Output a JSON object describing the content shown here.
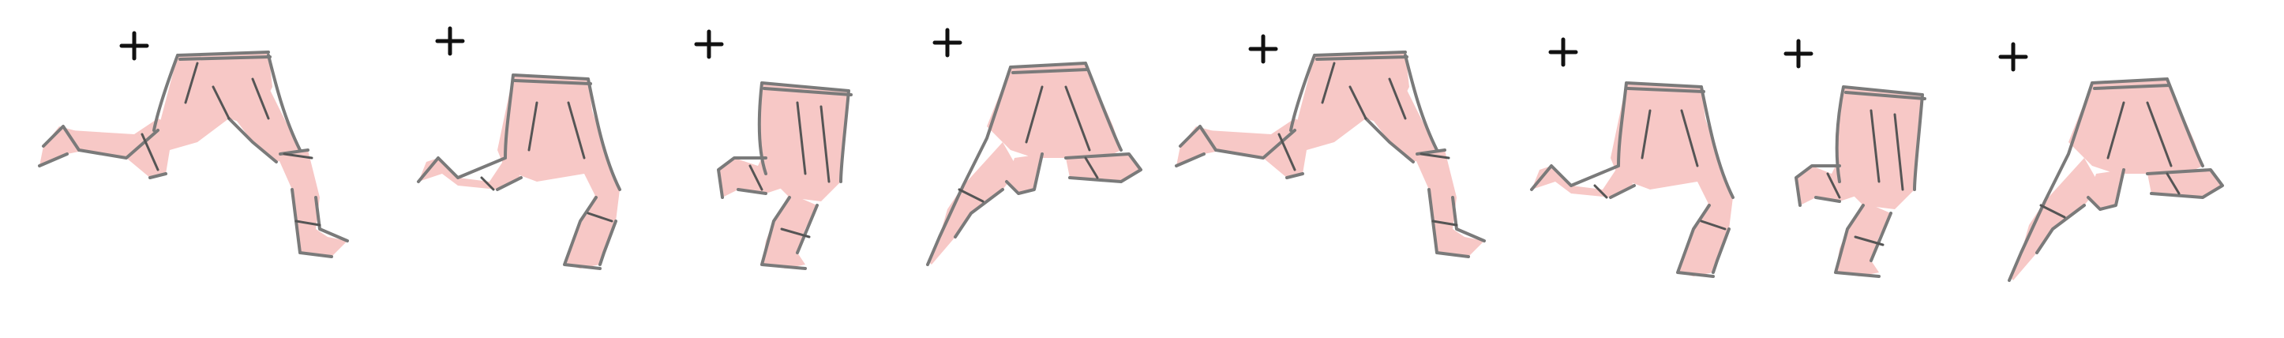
{
  "sheet": {
    "background": "#ffffff",
    "skin_color": "#f7c8c6",
    "sketch_color": "#7a7a7a",
    "marker_icon": "crosshair-plus",
    "frames": [
      {
        "id": 1,
        "pose": "contact"
      },
      {
        "id": 2,
        "pose": "down"
      },
      {
        "id": 3,
        "pose": "passing"
      },
      {
        "id": 4,
        "pose": "up"
      },
      {
        "id": 5,
        "pose": "contact"
      },
      {
        "id": 6,
        "pose": "down"
      },
      {
        "id": 7,
        "pose": "passing"
      },
      {
        "id": 8,
        "pose": "up"
      }
    ]
  }
}
